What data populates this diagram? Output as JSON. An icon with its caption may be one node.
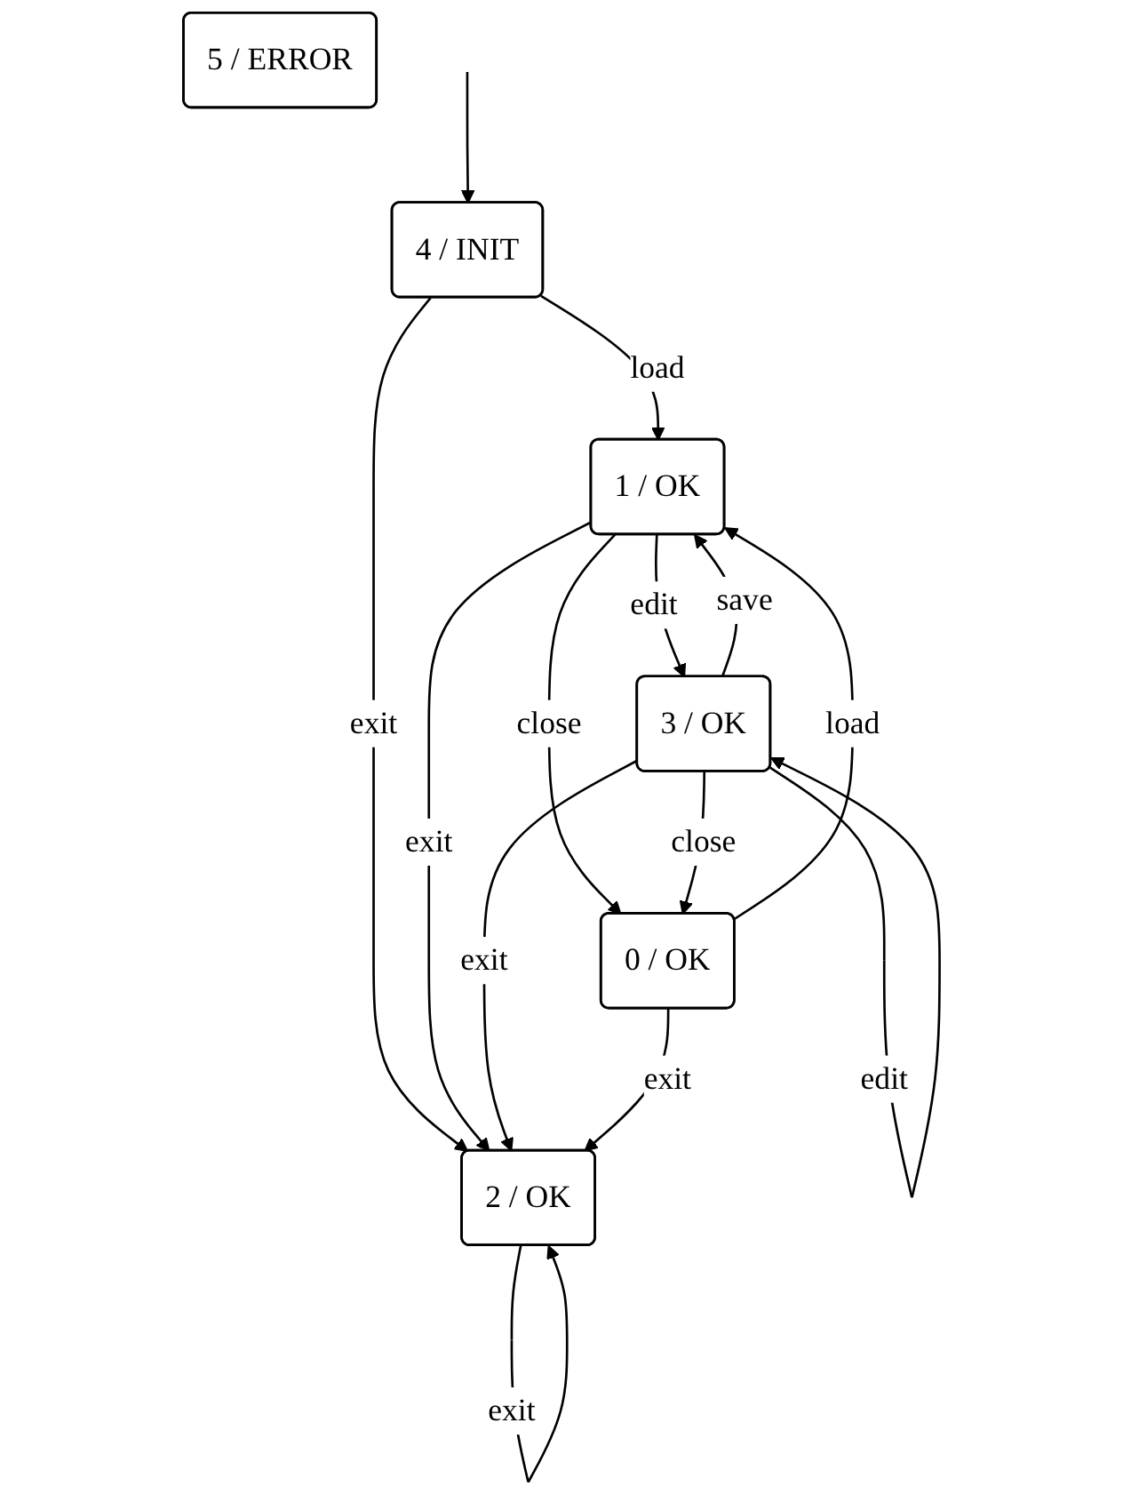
{
  "diagram": {
    "nodes": [
      {
        "text": [
          "5 / ERROR"
        ]
      },
      {
        "text": [
          "4 / INIT"
        ]
      },
      {
        "text": [
          "1 / OK"
        ]
      },
      {
        "text": [
          "3 / OK"
        ]
      },
      {
        "text": [
          "0 / OK"
        ]
      },
      {
        "text": [
          "2 / OK"
        ]
      }
    ],
    "edges": [
      {
        "from": null,
        "to": 1,
        "arrow": "to"
      },
      {
        "from": 1,
        "to": 2,
        "label": "load",
        "arrow": "to"
      },
      {
        "from": 1,
        "to": 5,
        "label": "exit",
        "arrow": "to"
      },
      {
        "from": 2,
        "to": 3,
        "label": "edit",
        "arrow": "to"
      },
      {
        "from": 3,
        "to": 2,
        "label": "save",
        "arrow": "to"
      },
      {
        "from": 3,
        "to": 3,
        "label": "edit",
        "arrow": "to"
      },
      {
        "from": 2,
        "to": 4,
        "label": "close",
        "arrow": "to"
      },
      {
        "from": 4,
        "to": 2,
        "label": "load",
        "arrow": "to"
      },
      {
        "from": 3,
        "to": 4,
        "label": "close",
        "arrow": "to"
      },
      {
        "from": 2,
        "to": 5,
        "label": "exit",
        "arrow": "to"
      },
      {
        "from": 3,
        "to": 5,
        "label": "exit",
        "arrow": "to"
      },
      {
        "from": 4,
        "to": 5,
        "label": "exit",
        "arrow": "to"
      },
      {
        "from": 5,
        "to": 5,
        "label": "exit",
        "arrow": "to"
      }
    ]
  }
}
